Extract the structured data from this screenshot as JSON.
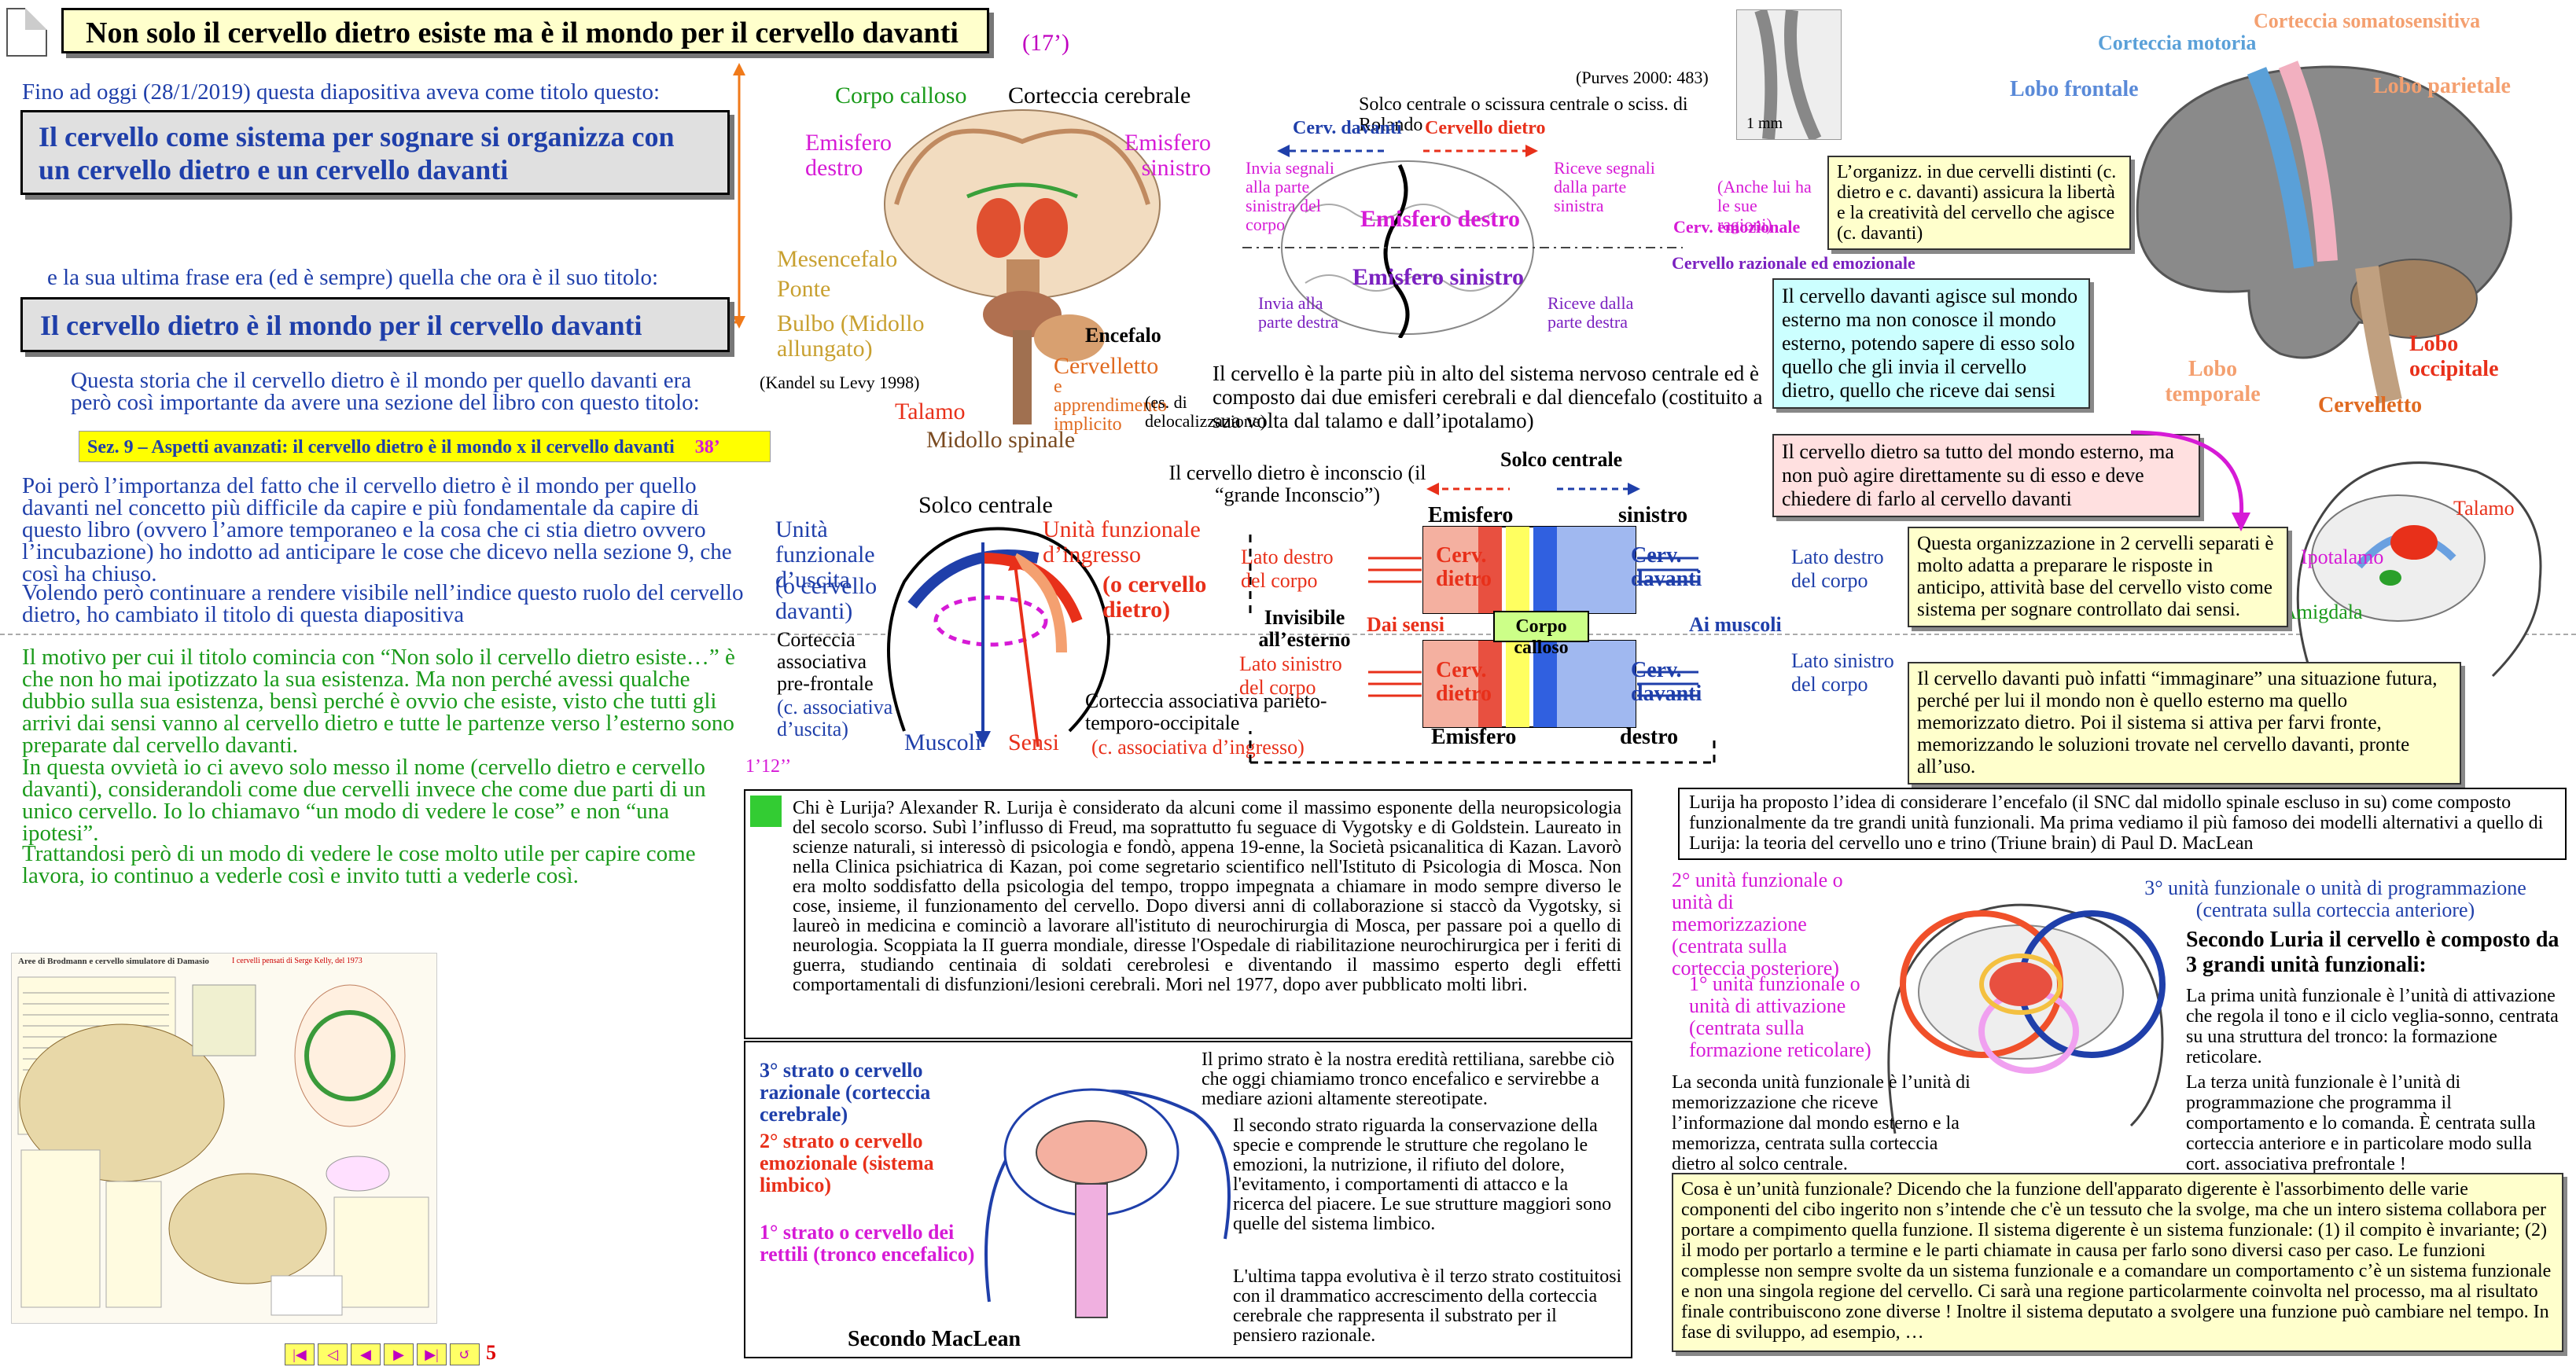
{
  "title": "Non solo il cervello dietro esiste ma è il mondo per il cervello davanti",
  "timing_top": "(17’)",
  "timing_mid": "1’12’’",
  "left": {
    "intro": "Fino ad oggi (28/1/2019) questa diapositiva aveva come titolo questo:",
    "old_title": "Il cervello come sistema per sognare si organizza con un cervello dietro e un cervello davanti",
    "last_sentence_intro": "e la sua ultima frase era (ed è sempre) quella che ora è il suo titolo:",
    "new_title": "Il cervello dietro è il mondo per il cervello davanti",
    "story": "Questa storia che il cervello dietro è il mondo per quello davanti era però così importante da avere una sezione del libro con questo titolo:",
    "section_label": "Sez. 9 – Aspetti avanzati: il cervello dietro è il mondo x il cervello davanti",
    "section_time": "38’",
    "para1": "Poi però l’importanza del fatto che il cervello dietro è il mondo per quello davanti nel concetto più difficile da capire e più fondamentale da capire di questo libro (ovvero l’amore temporaneo e la cosa che ci stia dietro ovvero l’incubazione) ho indotto ad anticipare le cose che dicevo nella sezione 9, che così ha chiuso.",
    "para2": "Volendo però continuare a rendere visibile nell’indice questo ruolo del cervello dietro, ho cambiato il titolo di questa diapositiva",
    "para3": "Il motivo per cui il titolo comincia con “Non solo il cervello dietro esiste…” è che non ho mai ipotizzato la sua esistenza. Ma non perché avessi qualche dubbio sulla sua esistenza, bensì perché è ovvio che esiste, visto che tutti gli arrivi dai sensi vanno al cervello dietro e tutte le partenze verso l’esterno sono preparate dal cervello davanti.",
    "para4": "In questa ovvietà io ci avevo solo messo il nome (cervello dietro e cervello davanti), considerandoli come due cervelli invece che come due parti di un unico cervello. Io lo chiamavo “un modo di vedere le cose” e non “una ipotesi”.",
    "para5": "Trattandosi però di un modo di vedere le cose molto utile per capire come lavora, io continuo a vederle così e invito tutti a vederle così.",
    "page_number": "5"
  },
  "coronal": {
    "corpo_calloso": "Corpo calloso",
    "corteccia": "Corteccia cerebrale",
    "emisfero_destro": "Emisfero destro",
    "emisfero_sinistro": "Emisfero sinistro",
    "mesencefalo": "Mesencefalo",
    "ponte": "Ponte",
    "bulbo": "Bulbo (Midollo allungato)",
    "encefalo": "Encefalo",
    "cervelletto": "Cervelletto",
    "cervelletto_note": "e apprendimento implicito",
    "delocalizzazione": "(es. di delocalizzazione)",
    "talamo": "Talamo",
    "midollo": "Midollo spinale",
    "kandel": "(Kandel su Levy 1998)"
  },
  "top_diagram": {
    "solco": "Solco centrale o scissura centrale o sciss. di Rolando",
    "purves": "(Purves 2000: 483)",
    "mm": "1 mm",
    "cerv_davanti": "Cerv. davanti",
    "cerv_dietro": "Cervello dietro",
    "invia_sx": "Invia segnali alla parte sinistra del corpo",
    "riceve_sx": "Riceve segnali dalla parte sinistra",
    "em_destro": "Emisfero destro",
    "em_sinistro": "Emisfero sinistro",
    "invia_dx": "Invia alla parte destra",
    "riceve_dx": "Riceve dalla parte destra",
    "anche_lui": "(Anche lui ha le sue ragioni)",
    "cerv_emozionale": "Cerv. emozionale",
    "razionale_emozionale": "Cervello razionale ed emozionale"
  },
  "cervello_desc": "Il cervello è la parte più in alto del sistema nervoso centrale ed è composto dai due emisferi cerebrali e dal diencefalo (costituito a sua volta dal talamo e dall’ipotalamo)",
  "organizz_box": "L’organizz. in due cervelli distinti (c. dietro e c. davanti) assicura la libertà e la creatività del cervello che agisce (c. davanti)",
  "cyan_box": "Il cervello davanti agisce sul mondo esterno ma non conosce il mondo esterno, potendo sapere di esso solo quello che gli invia il cervello dietro, quello che riceve dai sensi",
  "pink_box": "Il cervello dietro sa tutto del mondo esterno, ma non può agire direttamente su di esso e deve chiedere di farlo al cervello davanti",
  "lateral": {
    "somatosensitiva": "Corteccia somatosensitiva",
    "motoria": "Corteccia motoria",
    "frontale": "Lobo frontale",
    "parietale": "Lobo parietale",
    "temporale": "Lobo temporale",
    "occipitale": "Lobo occipitale",
    "cervelletto": "Cervelletto"
  },
  "limbic": {
    "talamo": "Talamo",
    "ipotalamo": "Ipotalamo",
    "amigdala": "Amigdala"
  },
  "head": {
    "solco": "Solco centrale",
    "uscita": "Unità funzionale d’uscita",
    "uscita_alt": "(o cervello davanti)",
    "ingresso": "Unità funzionale d’ingresso",
    "ingresso_alt": "(o cervello dietro)",
    "invisibile": "Invisibile all’esterno",
    "prefrontale": "Corteccia associativa pre-frontale",
    "prefrontale_alt": "(c. associativa d’uscita)",
    "parieto": "Corteccia associativa parieto-temporo-occipitale",
    "parieto_alt": "(c. associativa d’ingresso)",
    "muscoli": "Muscoli",
    "sensi": "Sensi"
  },
  "block": {
    "inconscio": "Il cervello dietro è inconscio (il “grande Inconscio”)",
    "solco": "Solco centrale",
    "emisfero_top": "Emisfero",
    "sinistro": "sinistro",
    "cerv_dietro_1": "Cerv. dietro",
    "cerv_davanti_1": "Cerv. davanti",
    "corpo_calloso": "Corpo calloso",
    "cerv_dietro_2": "Cerv. dietro",
    "cerv_davanti_2": "Cerv. davanti",
    "emisfero_bottom": "Emisfero",
    "destro": "destro",
    "lato_destro_in": "Lato destro del corpo",
    "lato_sinistro_in": "Lato sinistro del corpo",
    "dai_sensi": "Dai sensi",
    "ai_muscoli": "Ai muscoli",
    "lato_destro_out": "Lato destro del corpo",
    "lato_sinistro_out": "Lato sinistro del corpo"
  },
  "yellow_box": {
    "p1": "Questa organizzazione in 2 cervelli separati è molto adatta a preparare le risposte in anticipo, attività base del cervello visto come sistema per sognare controllato dai sensi.",
    "p2": "Il cervello davanti può infatti “immaginare” una situazione futura, perché per lui il mondo non è quello esterno ma quello memorizzato dietro. Poi il sistema si attiva per farvi fronte, memorizzando le soluzioni trovate nel cervello davanti, pronte all’uso."
  },
  "lurija": "Chi è Lurija? Alexander R. Lurija è considerato da alcuni come il massimo esponente della neuropsicologia del secolo scorso. Subì l’influsso di Freud, ma soprattutto fu seguace di Vygotsky e di Goldstein. Laureato in scienze naturali, si interessò di psicologia e fondò, appena 19-enne, la Società psicanalitica di Kazan. Lavorò nella Clinica psichiatrica di Kazan, poi come segretario scientifico nell'Istituto di Psicologia di Mosca. Non era molto soddisfatto della psicologia del tempo, troppo impegnata a chiamare in modo sempre diverso le cose, insieme, il funzionamento del cervello. Dopo diversi anni di collaborazione si staccò da Vygotsky, si laureò in medicina e cominciò a lavorare all'istituto di neurochirurgia di Mosca, per passare poi a quello di neurologia. Scoppiata la II guerra mondiale, diresse l'Ospedale di riabilitazione neurochirurgica per i feriti di guerra, studiando centinaia di soldati cerebrolesi e diventando il massimo esperto degli effetti comportamentali di disfunzioni/lesioni cerebrali. Mori nel 1977, dopo aver pubblicato molti libri.",
  "maclean": {
    "s3": "3° strato o cervello razionale (corteccia cerebrale)",
    "s2": "2° strato o cervello emozionale (sistema limbico)",
    "s1": "1° strato o cervello dei rettili (tronco encefalico)",
    "secondo": "Secondo MacLean",
    "t1": "Il primo strato è la nostra eredità rettiliana, sarebbe ciò che oggi chiamiamo tronco encefalico e servirebbe a mediare azioni altamente stereotipate.",
    "t2": "Il secondo strato riguarda la conservazione della specie e comprende le strutture che regolano le emozioni, la nutrizione, il rifiuto del dolore, l'evitamento, i comportamenti di attacco e la ricerca del piacere. Le sue strutture maggiori sono quelle del sistema limbico.",
    "t3": "L'ultima tappa evolutiva è il terzo strato costituitosi con il drammatico accrescimento della corteccia cerebrale che rappresenta il substrato per il pensiero razionale."
  },
  "luria_units": {
    "intro": "Lurija ha proposto l’idea di considerare l’encefalo (il SNC dal midollo spinale escluso in su) come composto funzionalmente da tre grandi unità funzionali. Ma prima vediamo il più famoso dei modelli alternativi a quello di Lurija: la teoria del cervello uno e trino (Triune brain) di Paul D. MacLean",
    "u2": "2° unità funzionale o unità di memorizzazione (centrata sulla corteccia posteriore)",
    "u3": "3° unità funzionale o unità di programmazione (centrata sulla corteccia anteriore)",
    "u1": "1° unità funzionale o unità di attivazione (centrata sulla formazione reticolare)",
    "secondo": "Secondo Luria il cervello è composto da 3 grandi unità funzionali:",
    "prima": "La prima unità funzionale è l’unità di attivazione che regola il tono e il ciclo veglia-sonno, centrata su una struttura del tronco: la formazione reticolare.",
    "seconda": "La seconda unità funzionale è l’unità di memorizzazione che riceve l’informazione dal mondo esterno e la memorizza, centrata sulla corteccia dietro al solco centrale.",
    "terza": "La terza unità funzionale è l’unità di programmazione che programma il comportamento e lo comanda. È centrata sulla corteccia anteriore e in particolare modo sulla cort. associativa prefrontale !"
  },
  "funzionale": "Cosa è un’unità funzionale? Dicendo che la funzione dell'apparato digerente è l'assorbimento delle varie componenti del cibo ingerito non s’intende che c'è un tessuto che la svolge, ma che un intero sistema collabora per portare a compimento quella funzione. Il sistema digerente è un sistema funzionale: (1) il compito è invariante; (2) il modo per portarlo a termine e le parti chiamate in causa per farlo sono diversi caso per caso. Le funzioni complesse non sempre svolte da un sistema funzionale e a comandare un comportamento c’è un sistema funzionale e non una singola regione del cervello. Ci sarà una regione particolarmente coinvolta nel processo, ma al risultato finale contribuiscono zone diverse ! Inoltre il sistema deputato a svolgere una funzione può cambiare nel tempo. In fase di sviluppo, ad esempio, …",
  "thumb": {
    "title": "Aree di Brodmann e cervello simulatore di Damasio",
    "caption": "I cervelli pensati di Serge Kelly, del 1973"
  }
}
